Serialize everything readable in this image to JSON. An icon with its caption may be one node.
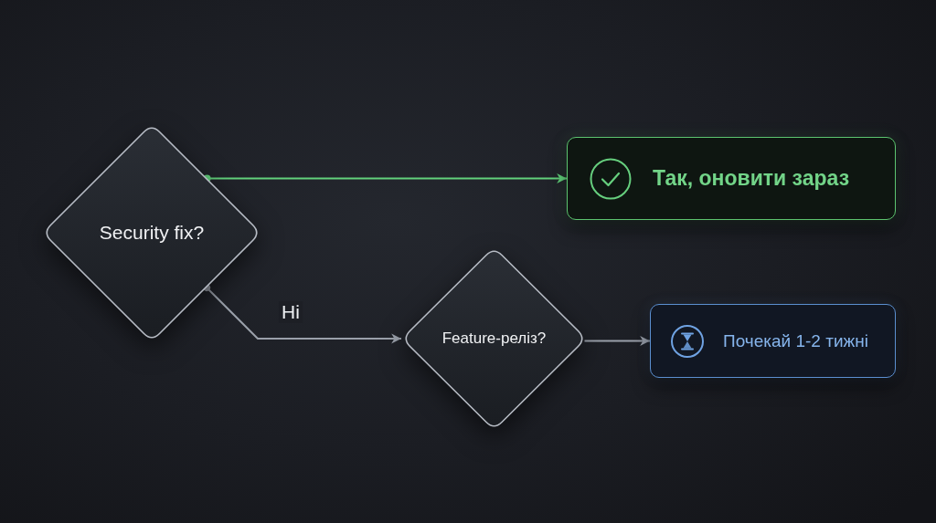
{
  "diagram": {
    "nodes": [
      {
        "text": [
          "Security fix?"
        ]
      },
      {
        "text": [
          "Так, оновити зараз"
        ]
      },
      {
        "text": [
          "Feature-реліз?"
        ]
      },
      {
        "text": [
          "Почекай 1-2 тижні"
        ]
      }
    ],
    "edges": [
      {
        "from": 0,
        "to": 1,
        "arrow": "to",
        "color": "#62d27c"
      },
      {
        "from": 0,
        "to": 2,
        "arrow": "to",
        "label": "Ні"
      },
      {
        "from": 2,
        "to": 3,
        "arrow": "to"
      }
    ]
  }
}
